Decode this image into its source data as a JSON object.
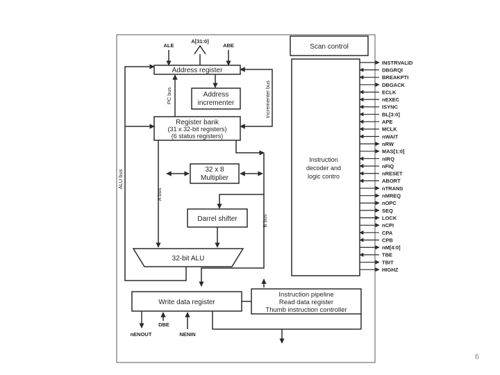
{
  "blocks": {
    "address_register": "Address register",
    "address_incrementer": [
      "Address",
      "incrementer"
    ],
    "register_bank": [
      "Register bank",
      "(31 x 32-bit registers)",
      "(6 status registers)"
    ],
    "multiplier": [
      "32 x 8",
      "Multiplier"
    ],
    "barrel_shifter": "Darrel shifter",
    "alu": "32-bit ALU",
    "write_data_register": "Write data register",
    "instruction_pipeline": [
      "Instruction pipeline",
      "Read data register",
      "Thumb instruction controller"
    ],
    "scan_control": "Scan control",
    "instruction_decoder": [
      "Instruction",
      "decoder and",
      "logic contro"
    ]
  },
  "buses": {
    "pc_bus": "PC bus",
    "alu_bus": "ALU bus",
    "a_bus": "A bus",
    "b_bus": "B bus",
    "incrementer_bus": "Incrementer bus"
  },
  "top_signals": {
    "ale": "ALE",
    "address": "A[31:0]",
    "abe": "ABE"
  },
  "bottom_signals": {
    "nenout": "nENOUT",
    "dbe": "DBE",
    "nenin": "NENIN"
  },
  "control_signals": [
    {
      "label": "INSTRVALID",
      "dir": "out"
    },
    {
      "label": "DBGRQI",
      "dir": "in"
    },
    {
      "label": "BREAKPTI",
      "dir": "in"
    },
    {
      "label": "DBGACK",
      "dir": "out"
    },
    {
      "label": "ECLK",
      "dir": "in"
    },
    {
      "label": "nEXEC",
      "dir": "in"
    },
    {
      "label": "ISYNC",
      "dir": "in"
    },
    {
      "label": "BL[3:0]",
      "dir": "in"
    },
    {
      "label": "APE",
      "dir": "in"
    },
    {
      "label": "MCLK",
      "dir": "in"
    },
    {
      "label": "nWAIT",
      "dir": "in"
    },
    {
      "label": "nRW",
      "dir": "out"
    },
    {
      "label": "MAS[1:0]",
      "dir": "out"
    },
    {
      "label": "nIRQ",
      "dir": "in"
    },
    {
      "label": "nFIQ",
      "dir": "in"
    },
    {
      "label": "nRESET",
      "dir": "in"
    },
    {
      "label": "ABORT",
      "dir": "in"
    },
    {
      "label": "nTRANS",
      "dir": "out"
    },
    {
      "label": "nMREQ",
      "dir": "out"
    },
    {
      "label": "nOPC",
      "dir": "out"
    },
    {
      "label": "SEQ",
      "dir": "out"
    },
    {
      "label": "LOCK",
      "dir": "out"
    },
    {
      "label": "nCPI",
      "dir": "out"
    },
    {
      "label": "CPA",
      "dir": "in"
    },
    {
      "label": "CPB",
      "dir": "in"
    },
    {
      "label": "nM[4:0]",
      "dir": "out"
    },
    {
      "label": "TBE",
      "dir": "in"
    },
    {
      "label": "TBIT",
      "dir": "out"
    },
    {
      "label": "HIGHZ",
      "dir": "out"
    }
  ],
  "page_number": "6",
  "colors": {
    "stroke": "#2a2a2a",
    "fill": "#ffffff",
    "text": "#222222"
  }
}
